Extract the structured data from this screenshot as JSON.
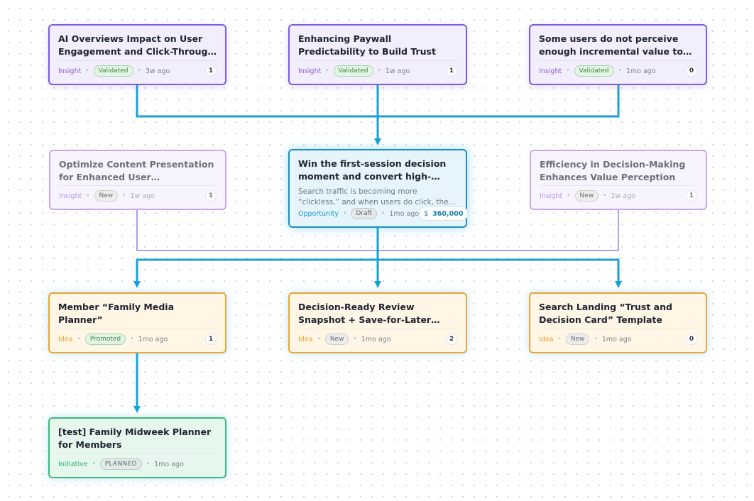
{
  "colors": {
    "edge_primary": "#1a9fd6",
    "edge_faded": "#b79ae8",
    "insight": "#7b5be0",
    "opportunity": "#1a8fc0",
    "idea": "#e5a83a",
    "initiative": "#3cb87c"
  },
  "cards": {
    "insight_ai_overviews": {
      "title": "AI Overviews Impact on User Engagement and Click-Through Rates",
      "type": "Insight",
      "status": "Validated",
      "time": "3w ago",
      "count": "1"
    },
    "insight_paywall": {
      "title": "Enhancing Paywall Predictability to Build Trust",
      "type": "Insight",
      "status": "Validated",
      "time": "1w ago",
      "count": "1"
    },
    "insight_incremental_value": {
      "title": "Some users do not perceive enough incremental value to justify…",
      "type": "Insight",
      "status": "Validated",
      "time": "1mo ago",
      "count": "0"
    },
    "insight_content_presentation": {
      "title": "Optimize Content Presentation for Enhanced User Engagement",
      "type": "Insight",
      "status": "New",
      "time": "1w ago",
      "count": "1"
    },
    "opportunity_first_session": {
      "title": "Win the first-session decision moment and convert high-intent households…",
      "description": "Search traffic is becoming more “clickless,” and when users do click, they arrive with less…",
      "type": "Opportunity",
      "status": "Draft",
      "time": "1mo ago",
      "value_symbol": "$",
      "value": "360,000"
    },
    "insight_decision_efficiency": {
      "title": "Efficiency in Decision-Making Enhances Value Perception",
      "type": "Insight",
      "status": "New",
      "time": "1w ago",
      "count": "1"
    },
    "idea_family_media_planner": {
      "title": "Member “Family Media Planner”",
      "type": "Idea",
      "status": "Promoted",
      "time": "1mo ago",
      "count": "1"
    },
    "idea_review_snapshot": {
      "title": "Decision-Ready Review Snapshot + Save-for-Later habit loop +…",
      "type": "Idea",
      "status": "New",
      "time": "1mo ago",
      "count": "2"
    },
    "idea_search_landing": {
      "title": "Search Landing “Trust and Decision Card” Template",
      "type": "Idea",
      "status": "New",
      "time": "1mo ago",
      "count": "0"
    },
    "initiative_midweek_planner": {
      "title": "[test] Family Midweek Planner for Members",
      "type": "Initiative",
      "status": "PLANNED",
      "time": "1mo ago"
    }
  }
}
